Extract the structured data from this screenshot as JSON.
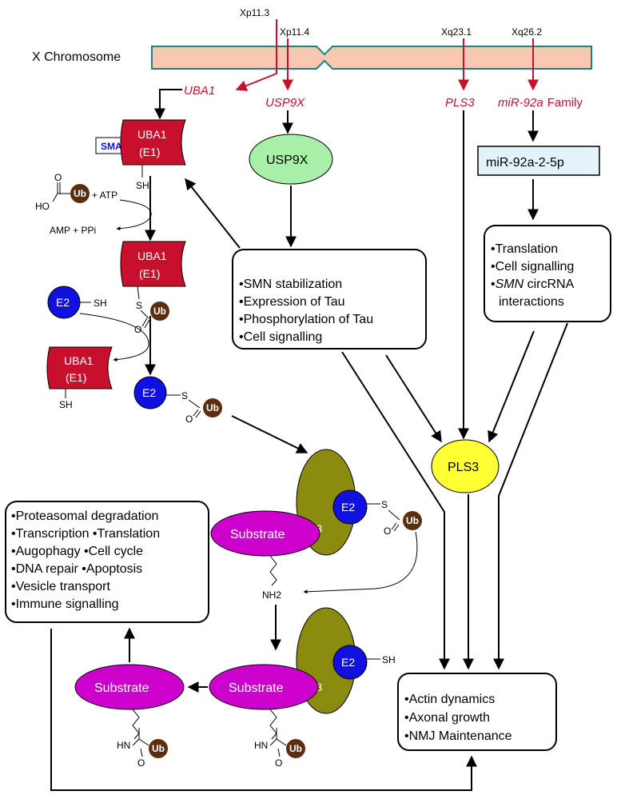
{
  "chromosome": {
    "label": "X Chromosome",
    "loci": [
      "Xp11.3",
      "Xp11.4",
      "Xq23.1",
      "Xq26.2"
    ]
  },
  "genes": {
    "uba1": "UBA1",
    "usp9x": "USP9X",
    "pls3": "PLS3",
    "mir92a": "miR-92a",
    "family": "Family"
  },
  "nodes": {
    "usp9x_protein": "USP9X",
    "mir_product": "miR-92a-2-5p",
    "pls3_protein": "PLS3",
    "sma_badge": "SMA",
    "uba1_name": "UBA1",
    "e1": "(E1)",
    "e2": "E2",
    "e3": "E3",
    "ub": "Ub",
    "substrate": "Substrate",
    "sh": "SH",
    "s": "S",
    "o": "O",
    "ho": "HO",
    "nh2": "NH2",
    "hn": "HN",
    "atp": "+ ATP",
    "amp": "AMP + PPi"
  },
  "usp9x_box": [
    "•SMN stabilization",
    "•Expression of Tau",
    "•Phosphorylation of Tau",
    "•Cell signalling"
  ],
  "mir_box": {
    "line1": "•Translation",
    "line2": "•Cell signalling",
    "line3_italic": "SMN",
    "line3_rest": " circRNA",
    "line3_bullet": "•",
    "line4": "interactions"
  },
  "ub_box": [
    "•Proteasomal degradation",
    "•Transcription •Translation",
    "•Augophagy •Cell cycle",
    "•DNA repair •Apoptosis",
    "•Vesicle transport",
    "•Immune signalling"
  ],
  "outcome_box": [
    "•Actin dynamics",
    "•Axonal growth",
    "•NMJ Maintenance"
  ],
  "colors": {
    "uba1": "#c8102e",
    "e2": "#1010e0",
    "e3": "#8b8b10",
    "substrate": "#cc00cc",
    "usp9x": "#a8f0a8",
    "pls3": "#ffff33",
    "ub": "#5a2e0e",
    "chromosome": "#f8c8b0",
    "mirbox": "#e4f2fa"
  }
}
